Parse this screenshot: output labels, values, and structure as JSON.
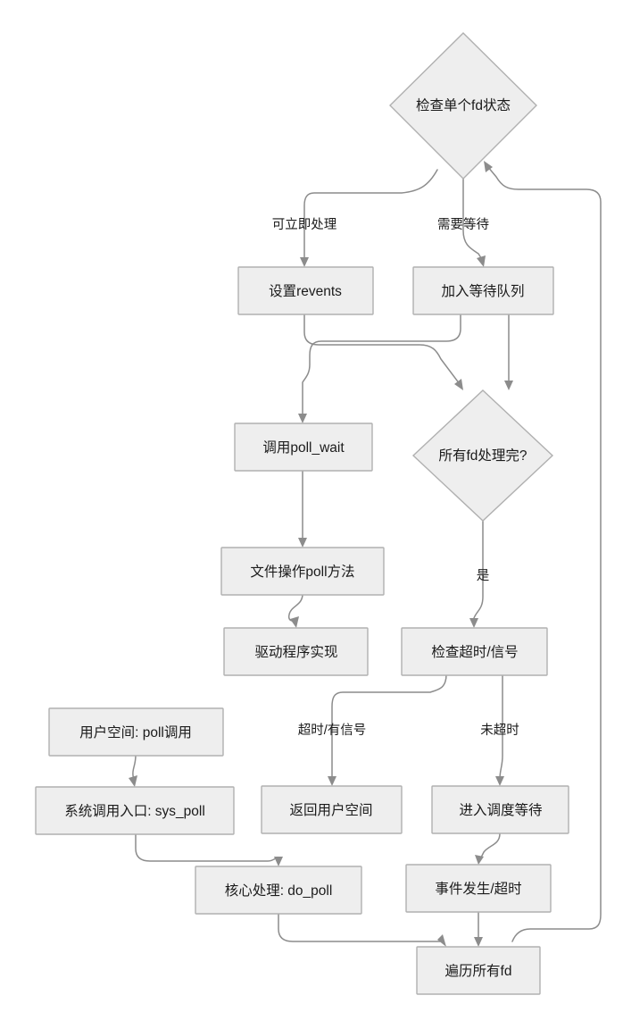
{
  "diagram": {
    "type": "flowchart",
    "title": "",
    "background_color": "#ffffff",
    "node_fill": "#eeeeee",
    "node_stroke": "#b0b0b0",
    "edge_color": "#8c8c8c",
    "text_color": "#1b1b1b",
    "nodes": [
      {
        "id": "check_fd",
        "label": "检查单个fd状态",
        "shape": "diamond"
      },
      {
        "id": "set_revents",
        "label": "设置revents",
        "shape": "rect"
      },
      {
        "id": "add_waitqueue",
        "label": "加入等待队列",
        "shape": "rect"
      },
      {
        "id": "call_poll_wait",
        "label": "调用poll_wait",
        "shape": "rect"
      },
      {
        "id": "all_fd_done",
        "label": "所有fd处理完?",
        "shape": "diamond"
      },
      {
        "id": "file_op_poll",
        "label": "文件操作poll方法",
        "shape": "rect"
      },
      {
        "id": "driver_impl",
        "label": "驱动程序实现",
        "shape": "rect"
      },
      {
        "id": "check_timeout",
        "label": "检查超时/信号",
        "shape": "rect"
      },
      {
        "id": "user_space_poll",
        "label": "用户空间: poll调用",
        "shape": "rect"
      },
      {
        "id": "syscall_entry",
        "label": "系统调用入口: sys_poll",
        "shape": "rect"
      },
      {
        "id": "return_user",
        "label": "返回用户空间",
        "shape": "rect"
      },
      {
        "id": "enter_schedule",
        "label": "进入调度等待",
        "shape": "rect"
      },
      {
        "id": "core_do_poll",
        "label": "核心处理: do_poll",
        "shape": "rect"
      },
      {
        "id": "event_or_timeout",
        "label": "事件发生/超时",
        "shape": "rect"
      },
      {
        "id": "iterate_all_fd",
        "label": "遍历所有fd",
        "shape": "rect"
      }
    ],
    "edge_labels": [
      {
        "id": "can_handle_now",
        "text": "可立即处理"
      },
      {
        "id": "need_wait",
        "text": "需要等待"
      },
      {
        "id": "yes",
        "text": "是"
      },
      {
        "id": "timeout_or_signal",
        "text": "超时/有信号"
      },
      {
        "id": "no_timeout",
        "text": "未超时"
      }
    ],
    "edges": [
      {
        "from": "check_fd",
        "to": "set_revents",
        "label": "可立即处理"
      },
      {
        "from": "check_fd",
        "to": "add_waitqueue",
        "label": "需要等待"
      },
      {
        "from": "set_revents",
        "to": "all_fd_done",
        "label": ""
      },
      {
        "from": "add_waitqueue",
        "to": "call_poll_wait",
        "label": ""
      },
      {
        "from": "add_waitqueue",
        "to": "all_fd_done",
        "label": ""
      },
      {
        "from": "call_poll_wait",
        "to": "file_op_poll",
        "label": ""
      },
      {
        "from": "file_op_poll",
        "to": "driver_impl",
        "label": ""
      },
      {
        "from": "all_fd_done",
        "to": "check_timeout",
        "label": "是"
      },
      {
        "from": "check_timeout",
        "to": "return_user",
        "label": "超时/有信号"
      },
      {
        "from": "check_timeout",
        "to": "enter_schedule",
        "label": "未超时"
      },
      {
        "from": "user_space_poll",
        "to": "syscall_entry",
        "label": ""
      },
      {
        "from": "syscall_entry",
        "to": "core_do_poll",
        "label": ""
      },
      {
        "from": "core_do_poll",
        "to": "iterate_all_fd",
        "label": ""
      },
      {
        "from": "enter_schedule",
        "to": "event_or_timeout",
        "label": ""
      },
      {
        "from": "event_or_timeout",
        "to": "iterate_all_fd",
        "label": ""
      },
      {
        "from": "iterate_all_fd",
        "to": "check_fd",
        "label": ""
      }
    ]
  }
}
